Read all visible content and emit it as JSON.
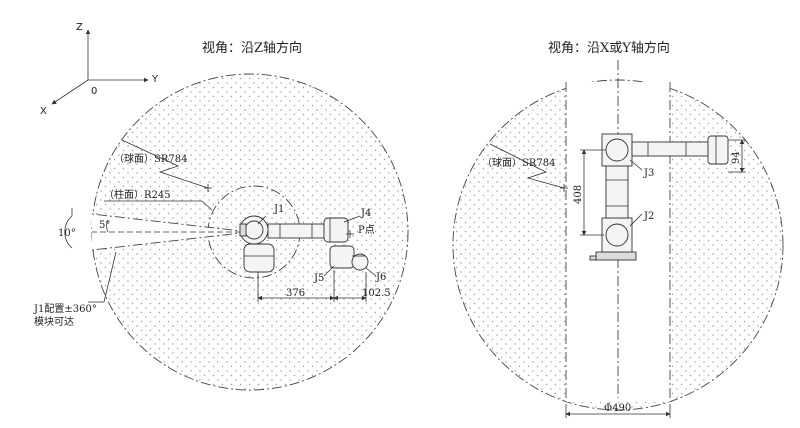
{
  "axes": {
    "z": "Z",
    "y": "Y",
    "x": "X",
    "origin": "0"
  },
  "left_view": {
    "title": "视角：沿Z轴方向",
    "sphere_label": "（球面）SR784",
    "cylinder_label": "（柱面）R245",
    "angle_large": "10°",
    "angle_small": "5°",
    "joint_j1": "J1",
    "joint_j4": "J4",
    "joint_j5": "J5",
    "joint_j6": "J6",
    "p_point": "P点",
    "dim_376": "376",
    "dim_102": "102.5",
    "note_line1": "J1配置±360°",
    "note_line2": "模块可达"
  },
  "right_view": {
    "title": "视角：沿X或Y轴方向",
    "sphere_label": "（球面）SR784",
    "joint_j3": "J3",
    "joint_j2": "J2",
    "dim_408": "408",
    "dim_94": "94",
    "dim_diameter": "Φ490"
  },
  "colors": {
    "line": "#333333",
    "dots": "#9a9a9a",
    "robot_fill": "#f4f4f4"
  }
}
